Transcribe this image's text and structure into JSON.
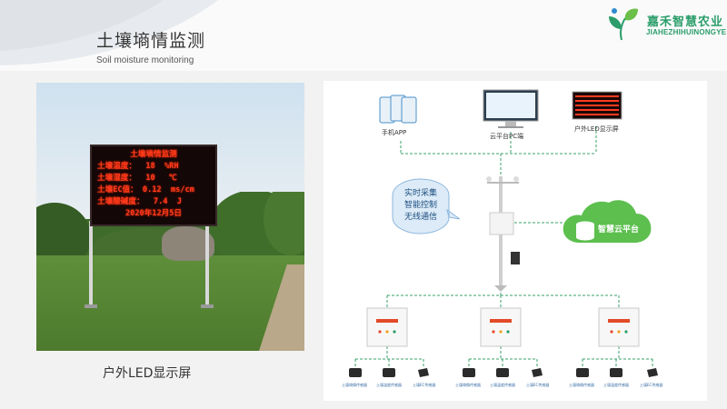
{
  "header": {
    "title": "土壤墒情监测",
    "subtitle": "Soil moisture monitoring"
  },
  "logo": {
    "name_cn": "嘉禾智慧农业",
    "name_en": "JIAHEZHIHUINONGYE",
    "colors": {
      "green": "#2a9d6a",
      "blue": "#2d8ccf",
      "leaf": "#6cc04a"
    }
  },
  "photo": {
    "led_lines": [
      "土壤墒情监测",
      "土壤温度：  18  %RH",
      "土壤湿度：  10   ℃",
      "土壤EC值： 0.12  ms/cm",
      "土壤酸碱度：  7.4  J",
      "2020年12月5日"
    ],
    "caption": "户外LED显示屏"
  },
  "diagram": {
    "devices": [
      {
        "id": "app",
        "label": "手机APP",
        "icon": "phone-icon"
      },
      {
        "id": "pc",
        "label": "云平台PC端",
        "icon": "monitor-icon"
      },
      {
        "id": "led",
        "label": "户外LED显示屏",
        "icon": "led-screen-icon"
      }
    ],
    "bubble_lines": [
      "实时采集",
      "智能控制",
      "无线通信"
    ],
    "cloud_label": "智慧云平台",
    "sensor_labels": [
      "土壤墒情传感器",
      "土壤温度传感器",
      "土壤EC传感器"
    ],
    "colors": {
      "line": "#3aa06b",
      "bubble": "#dcebf7",
      "cloud": "#5cbf4e"
    }
  }
}
